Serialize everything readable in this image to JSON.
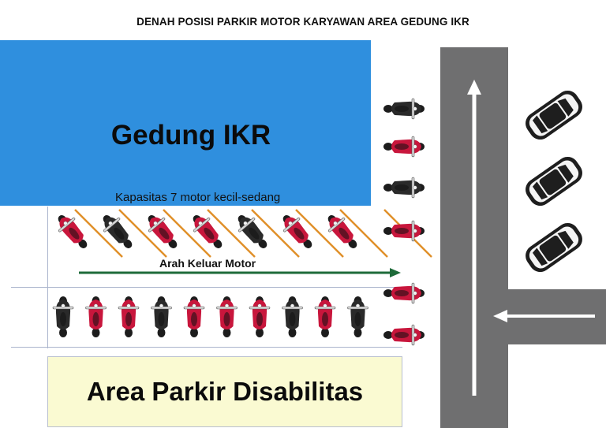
{
  "title": "DENAH POSISI PARKIR MOTOR KARYAWAN AREA GEDUNG IKR",
  "building": {
    "name": "Gedung IKR",
    "color": "#2f8fde"
  },
  "capacity_note": "Kapasitas 7 motor kecil-sedang",
  "exit_label": "Arah Keluar Motor",
  "disability_area": {
    "label": "Area Parkir Disabilitas",
    "color": "#fafad2"
  },
  "colors": {
    "road": "#6f6f70",
    "exit_arrow": "#1e6b3a",
    "slot_line": "#e0902a",
    "moto_red": "#c8163c",
    "moto_white": "#e9e9e9",
    "moto_black": "#2a2a2a",
    "car_black": "#1e1e1e"
  },
  "angled_motorcycles": [
    "red",
    "black",
    "red",
    "red",
    "black",
    "red",
    "red"
  ],
  "row_motorcycles": [
    "black",
    "red",
    "red",
    "black",
    "red",
    "red",
    "red",
    "black",
    "red",
    "black"
  ],
  "right_motorcycles": [
    "black",
    "red",
    "black",
    "red",
    "red",
    "red"
  ],
  "cars": 3
}
